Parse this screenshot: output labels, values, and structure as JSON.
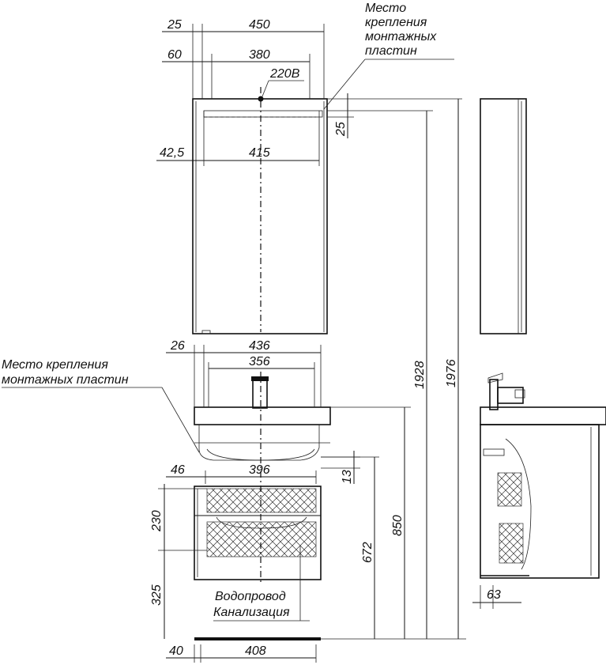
{
  "notes": {
    "top_mount_line1": "Место",
    "top_mount_line2": "крепления",
    "top_mount_line3": "монтажных",
    "top_mount_line4": "пластин",
    "left_mount_line1": "Место крепления",
    "left_mount_line2": "монтажных пластин",
    "power": "220В",
    "water": "Водопровод",
    "sewer": "Канализация"
  },
  "dimensions": {
    "mirror_offset_25": "25",
    "mirror_width_450": "450",
    "mirror_offset_60": "60",
    "mirror_inner_380": "380",
    "mirror_offset_42_5": "42,5",
    "mirror_inner_415": "415",
    "mirror_top_25": "25",
    "total_1928": "1928",
    "total_1976": "1976",
    "cabinet_offset_26": "26",
    "cabinet_width_436": "436",
    "basin_356": "356",
    "drawer_offset_46": "46",
    "drawer_396": "396",
    "gap_13": "13",
    "height_230": "230",
    "height_325": "325",
    "height_672": "672",
    "height_850": "850",
    "base_offset_40": "40",
    "base_408": "408",
    "side_63": "63"
  }
}
